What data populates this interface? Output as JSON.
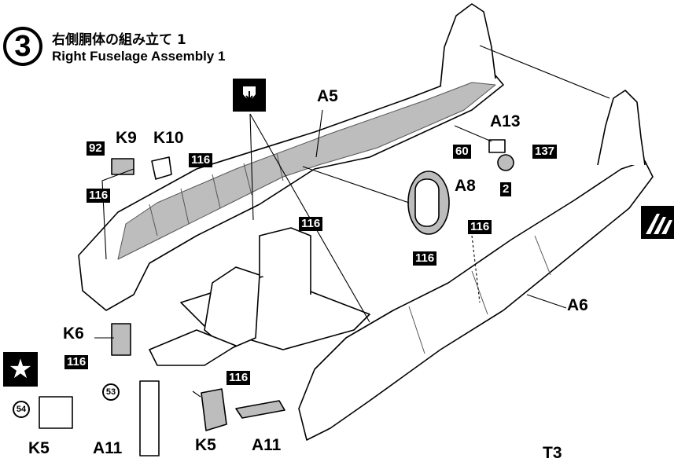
{
  "step": {
    "number": "3",
    "title_ja": "右側胴体の組み立て 1",
    "title_en": "Right Fuselage Assembly 1"
  },
  "parts": {
    "a5": "A5",
    "a6": "A6",
    "a8": "A8",
    "a11_upper": "A11",
    "a11_lower": "A11",
    "a13": "A13",
    "k5_upper": "K5",
    "k5_lower": "K5",
    "k6": "K6",
    "k9": "K9",
    "k10": "K10",
    "t3": "T3"
  },
  "paint_codes": {
    "c92": "92",
    "c116_k9": "116",
    "c116_k10": "116",
    "c116_floor": "116",
    "c116_a8": "116",
    "c116_a6": "116",
    "c116_k6": "116",
    "c116_k5": "116",
    "c60": "60",
    "c137": "137",
    "c2": "2"
  },
  "decals": {
    "d53": "53",
    "d54": "54"
  },
  "icons": [
    "drill-hole-icon",
    "star-icon",
    "cement-icon"
  ]
}
